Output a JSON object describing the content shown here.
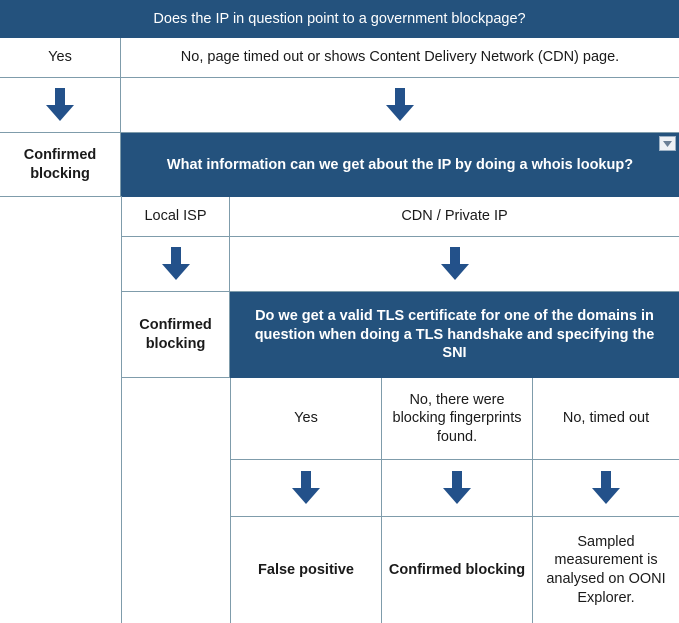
{
  "meta": {
    "accent_blue": "#24527d",
    "arrow_blue": "#23518a",
    "grid_color": "#7f9cab",
    "page_bg": "#ffffff"
  },
  "flow": {
    "q1": {
      "question": "Does the IP in question point to a government blockpage?",
      "answer_yes": "Yes",
      "answer_no": "No, page timed out or shows Content Delivery Network (CDN) page.",
      "outcome_yes": "Confirmed blocking"
    },
    "q2": {
      "question": "What information can we get about the IP by doing a whois lookup?",
      "answer_local_isp": "Local ISP",
      "answer_cdn": "CDN / Private IP",
      "outcome_local_isp": "Confirmed blocking"
    },
    "q3": {
      "question": "Do we get a valid TLS certificate for one of the domains in question when doing a TLS handshake and specifying the SNI",
      "answers": [
        "Yes",
        "No, there were blocking fingerprints found.",
        "No, timed out"
      ],
      "outcomes": [
        "False positive",
        "Confirmed blocking",
        "Sampled measurement is analysed on OONI Explorer."
      ]
    }
  },
  "icons": {
    "arrow_down": "arrow-down-icon",
    "dropdown": "dropdown-arrow-icon"
  }
}
